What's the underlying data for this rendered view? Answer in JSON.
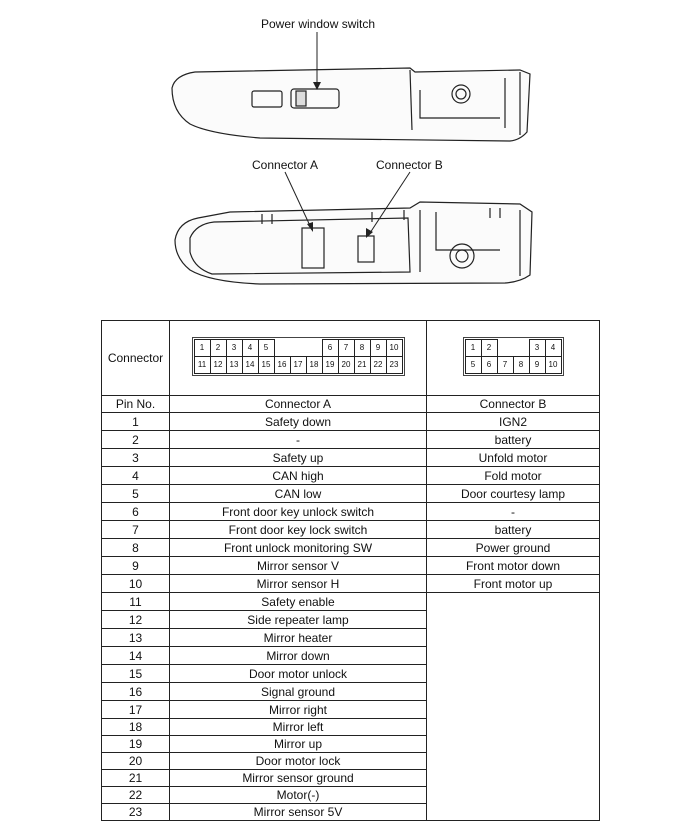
{
  "diagram": {
    "switch_label": "Power window switch",
    "connector_a_label": "Connector A",
    "connector_b_label": "Connector B"
  },
  "table": {
    "header_connector": "Connector",
    "col_pin": "Pin No.",
    "col_a": "Connector A",
    "col_b": "Connector B",
    "conn_a_top": [
      "1",
      "2",
      "3",
      "4",
      "5",
      "",
      "",
      "",
      "6",
      "7",
      "8",
      "9",
      "10"
    ],
    "conn_a_bottom": [
      "11",
      "12",
      "13",
      "14",
      "15",
      "16",
      "17",
      "18",
      "19",
      "20",
      "21",
      "22",
      "23"
    ],
    "conn_b_top": [
      "1",
      "2",
      "",
      "",
      "3",
      "4"
    ],
    "conn_b_bottom": [
      "5",
      "6",
      "7",
      "8",
      "9",
      "10"
    ],
    "rows": [
      {
        "pin": "1",
        "a": "Safety down",
        "b": "IGN2"
      },
      {
        "pin": "2",
        "a": "-",
        "b": "battery"
      },
      {
        "pin": "3",
        "a": "Safety up",
        "b": "Unfold motor"
      },
      {
        "pin": "4",
        "a": "CAN high",
        "b": "Fold motor"
      },
      {
        "pin": "5",
        "a": "CAN low",
        "b": "Door courtesy lamp"
      },
      {
        "pin": "6",
        "a": "Front door key unlock switch",
        "b": "-"
      },
      {
        "pin": "7",
        "a": "Front door key lock switch",
        "b": "battery"
      },
      {
        "pin": "8",
        "a": "Front unlock monitoring SW",
        "b": "Power ground"
      },
      {
        "pin": "9",
        "a": "Mirror sensor V",
        "b": "Front motor down"
      },
      {
        "pin": "10",
        "a": "Mirror sensor H",
        "b": "Front motor up"
      },
      {
        "pin": "11",
        "a": "Safety enable"
      },
      {
        "pin": "12",
        "a": "Side repeater lamp"
      },
      {
        "pin": "13",
        "a": "Mirror heater"
      },
      {
        "pin": "14",
        "a": "Mirror down"
      },
      {
        "pin": "15",
        "a": "Door motor unlock"
      },
      {
        "pin": "16",
        "a": "Signal ground"
      },
      {
        "pin": "17",
        "a": "Mirror right"
      },
      {
        "pin": "18",
        "a": "Mirror left"
      },
      {
        "pin": "19",
        "a": "Mirror up"
      },
      {
        "pin": "20",
        "a": "Door motor lock"
      },
      {
        "pin": "21",
        "a": "Mirror sensor ground"
      },
      {
        "pin": "22",
        "a": "Motor(-)"
      },
      {
        "pin": "23",
        "a": "Mirror sensor 5V"
      }
    ]
  }
}
